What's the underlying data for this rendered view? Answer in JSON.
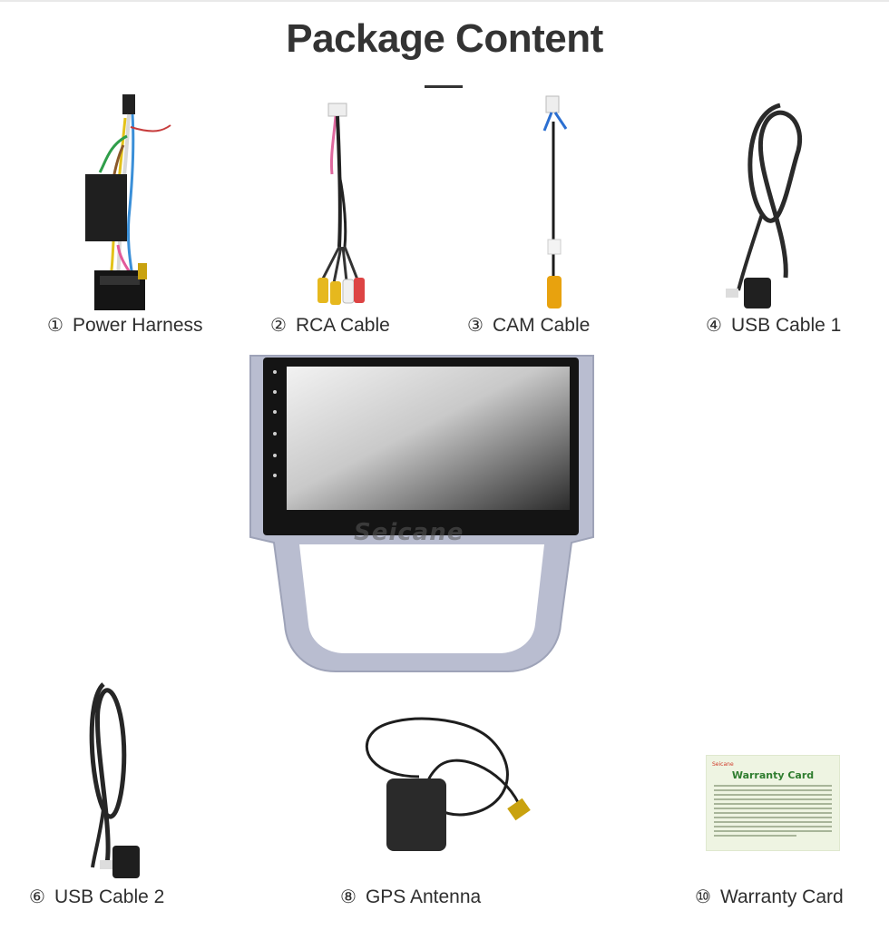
{
  "title": "Package Content",
  "brand_watermark": "Seicane",
  "items": [
    {
      "num": "①",
      "label": "Power Harness",
      "icon": "power-harness-image"
    },
    {
      "num": "②",
      "label": "RCA Cable",
      "icon": "rca-cable-image"
    },
    {
      "num": "③",
      "label": "CAM Cable",
      "icon": "cam-cable-image"
    },
    {
      "num": "④",
      "label": "USB Cable 1",
      "icon": "usb-cable-image"
    },
    {
      "num": "⑥",
      "label": "USB Cable 2",
      "icon": "usb-cable-image"
    },
    {
      "num": "⑧",
      "label": "GPS Antenna",
      "icon": "gps-antenna-image"
    },
    {
      "num": "⑩",
      "label": "Warranty Card",
      "icon": "warranty-card-image"
    }
  ],
  "warranty_card": {
    "brand": "Seicane",
    "title": "Warranty Card"
  },
  "colors": {
    "title": "#333333",
    "unit_frame": "#b9bdd0",
    "screen": "#1a1a1a"
  }
}
